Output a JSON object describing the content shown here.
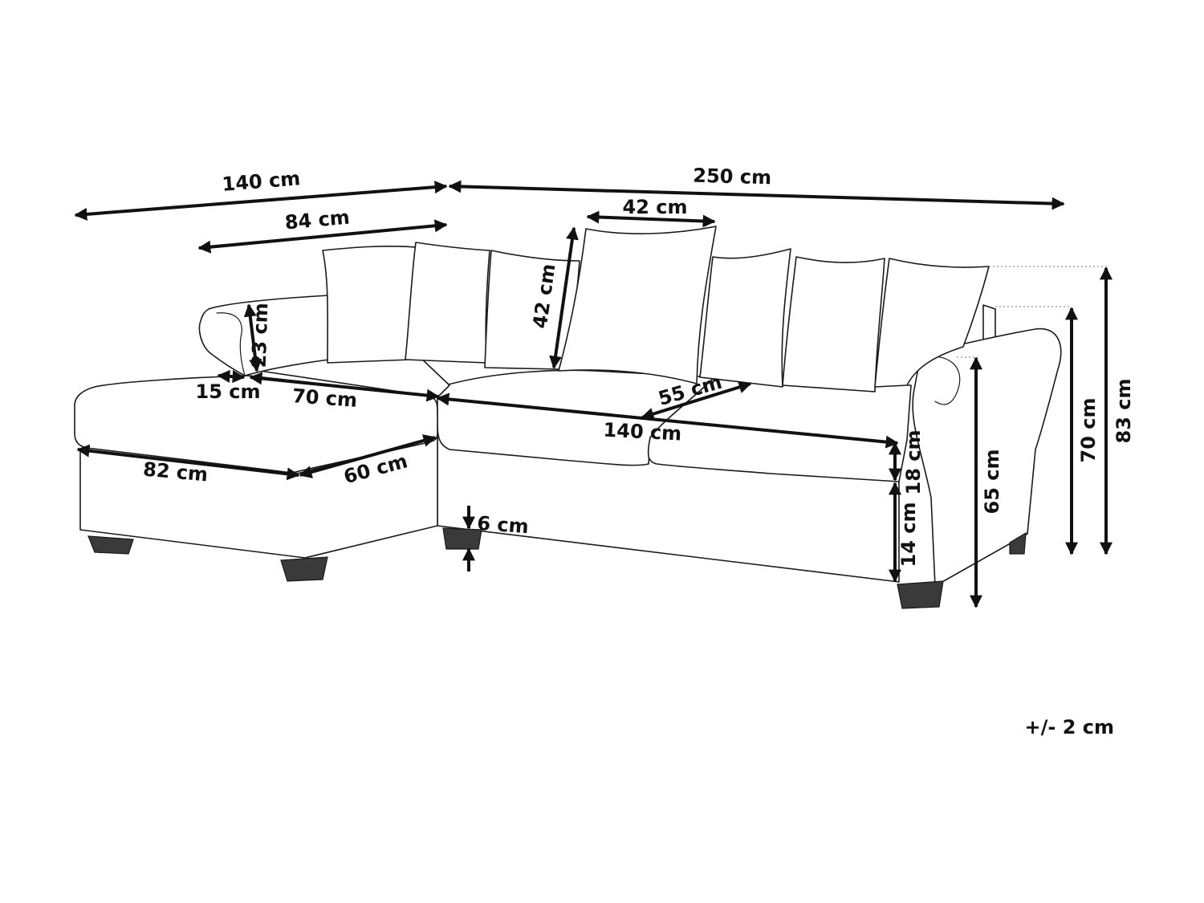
{
  "dimensions": {
    "total_left": "140 cm",
    "total_right": "250 cm",
    "pillows_width": "84 cm",
    "pillow_width": "42 cm",
    "pillow_height": "42 cm",
    "armrest_height": "23 cm",
    "armrest_width": "15 cm",
    "chaise_seat_depth": "70 cm",
    "seat_depth": "55 cm",
    "seat_width": "140 cm",
    "chaise_length": "82 cm",
    "chaise_width": "60 cm",
    "cushion_height": "18 cm",
    "base_height": "14 cm",
    "leg_height": "6 cm",
    "arm_height": "65 cm",
    "back_height": "70 cm",
    "total_height": "83 cm"
  },
  "tolerance": "+/- 2 cm"
}
